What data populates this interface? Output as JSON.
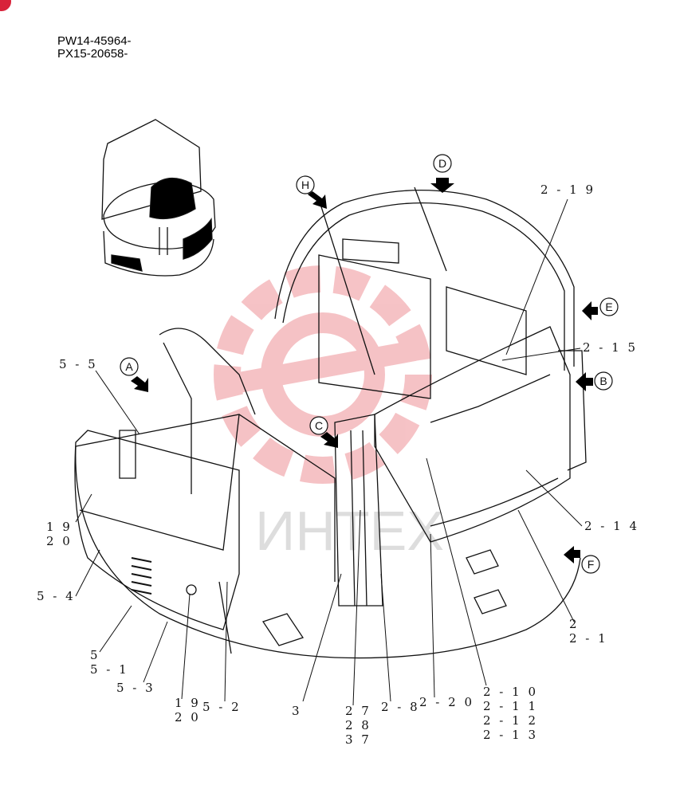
{
  "header": {
    "codes": [
      "PW14-45964-",
      "PX15-20658-"
    ]
  },
  "watermark": "ИНТЕХ",
  "view_markers": [
    "A",
    "B",
    "C",
    "D",
    "E",
    "F",
    "H"
  ],
  "callouts": {
    "c_2_19": "2 - 1 9",
    "c_2_15": "2 - 1 5",
    "c_2_14": "2 - 1 4",
    "c_5_5": "5 - 5",
    "c_19a": "1 9",
    "c_20a": "2 0",
    "c_5_4": "5 - 4",
    "c_5": "5",
    "c_5_1": "5 - 1",
    "c_5_3": "5 - 3",
    "c_19b": "1 9",
    "c_20b": "2 0",
    "c_5_2": "5 - 2",
    "c_3": "3",
    "c_27": "2 7",
    "c_28": "2 8",
    "c_37": "3 7",
    "c_2_8": "2 - 8",
    "c_2_20": "2 - 2 0",
    "c_2_10": "2 - 1 0",
    "c_2_11": "2 - 1 1",
    "c_2_12": "2 - 1 2",
    "c_2_13": "2 - 1 3",
    "c_2": "2",
    "c_2_1": "2 - 1"
  },
  "colors": {
    "line": "#111111",
    "watermark": "#e2454f"
  }
}
